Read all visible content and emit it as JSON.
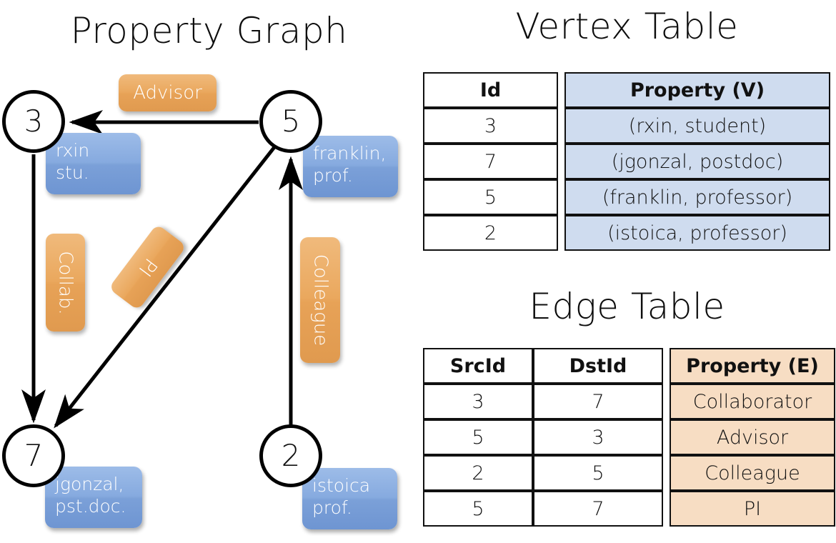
{
  "titles": {
    "graph": "Property Graph",
    "vertex": "Vertex Table",
    "edge": "Edge Table"
  },
  "graph": {
    "nodes": [
      {
        "id": "3",
        "property": "rxin\nstu."
      },
      {
        "id": "5",
        "property": "franklin,\nprof."
      },
      {
        "id": "7",
        "property": "jgonzal,\npst.doc."
      },
      {
        "id": "2",
        "property": "istoica\nprof."
      }
    ],
    "node_labels": {
      "n3": "3",
      "n5": "5",
      "n7": "7",
      "n2": "2"
    },
    "node_props": {
      "n3_line1": "rxin",
      "n3_line2": "stu.",
      "n5_line1": "franklin,",
      "n5_line2": "prof.",
      "n7_line1": "jgonzal,",
      "n7_line2": "pst.doc.",
      "n2_line1": "istoica",
      "n2_line2": "prof."
    },
    "edge_labels": {
      "advisor": "Advisor",
      "collab": "Collab.",
      "pi": "PI",
      "colleague": "Colleague"
    },
    "edges": [
      {
        "src": "5",
        "dst": "3",
        "label": "Advisor"
      },
      {
        "src": "3",
        "dst": "7",
        "label": "Collab."
      },
      {
        "src": "5",
        "dst": "7",
        "label": "PI"
      },
      {
        "src": "2",
        "dst": "5",
        "label": "Colleague"
      }
    ]
  },
  "vertex_table": {
    "headers": [
      "Id",
      "Property (V)"
    ],
    "rows": [
      {
        "id": "3",
        "property": "(rxin, student)"
      },
      {
        "id": "7",
        "property": "(jgonzal, postdoc)"
      },
      {
        "id": "5",
        "property": "(franklin, professor)"
      },
      {
        "id": "2",
        "property": "(istoica, professor)"
      }
    ]
  },
  "edge_table": {
    "headers": [
      "SrcId",
      "DstId",
      "Property (E)"
    ],
    "rows": [
      {
        "src": "3",
        "dst": "7",
        "property": "Collaborator"
      },
      {
        "src": "5",
        "dst": "3",
        "property": "Advisor"
      },
      {
        "src": "2",
        "dst": "5",
        "property": "Colleague"
      },
      {
        "src": "5",
        "dst": "7",
        "property": "PI"
      }
    ]
  },
  "colors": {
    "vertex_header_fill": "#cfdcef",
    "edge_header_fill": "#f7ddc3",
    "node_box_blue": "#86aadf",
    "edge_box_orange": "#eaa85e",
    "stroke": "#111111",
    "background": "#ffffff"
  }
}
